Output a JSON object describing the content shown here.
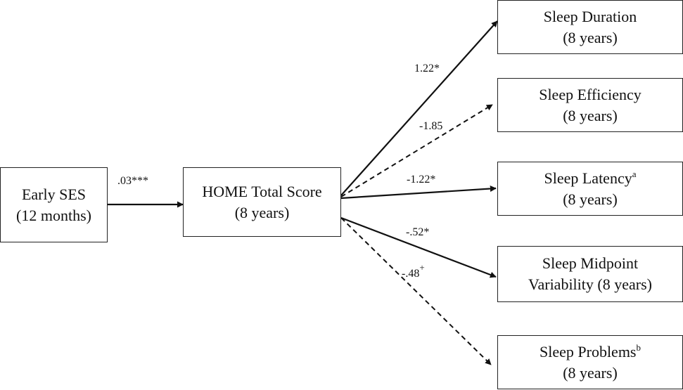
{
  "nodes": {
    "early_ses": {
      "line1": "Early SES",
      "line2": "(12 months)"
    },
    "home": {
      "line1": "HOME Total Score",
      "line2": "(8 years)"
    },
    "sleep_duration": {
      "line1": "Sleep Duration",
      "line2": "(8 years)"
    },
    "sleep_efficiency": {
      "line1": "Sleep Efficiency",
      "line2": "(8 years)"
    },
    "sleep_latency": {
      "line1": "Sleep Latency",
      "line1_sup": "a",
      "line2": "(8 years)"
    },
    "sleep_midpoint": {
      "line1": "Sleep Midpoint",
      "line2": "Variability (8 years)"
    },
    "sleep_problems": {
      "line1": "Sleep Problems",
      "line1_sup": "b",
      "line2": "(8 years)"
    }
  },
  "paths": {
    "ses_to_home": {
      "label": ".03***",
      "style": "solid"
    },
    "home_to_duration": {
      "label": "1.22*",
      "style": "solid"
    },
    "home_to_efficiency": {
      "label": "-1.85",
      "style": "dashed"
    },
    "home_to_latency": {
      "label": "-1.22*",
      "style": "solid"
    },
    "home_to_midpoint": {
      "label": "-.52*",
      "style": "solid"
    },
    "home_to_problems": {
      "label": "-.48",
      "label_sup": "+",
      "style": "dashed"
    }
  }
}
